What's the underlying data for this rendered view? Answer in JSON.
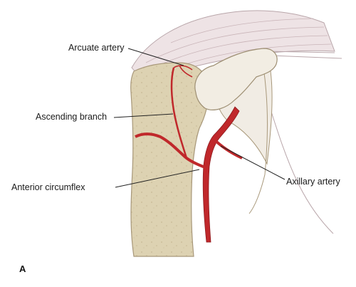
{
  "figure": {
    "panel_letter": "A",
    "labels": {
      "arcuate": "Arcuate artery",
      "ascending": "Ascending branch",
      "anterior": "Anterior circumflex",
      "axillary": "Axillary artery"
    }
  },
  "colors": {
    "bone": "#ddd2b2",
    "bone_edge": "#a8987a",
    "artery": "#c0282b",
    "artery_dark": "#8e1a1e",
    "muscle": "#ece1e3",
    "tendon": "#f2eaea",
    "leader": "#222222"
  }
}
